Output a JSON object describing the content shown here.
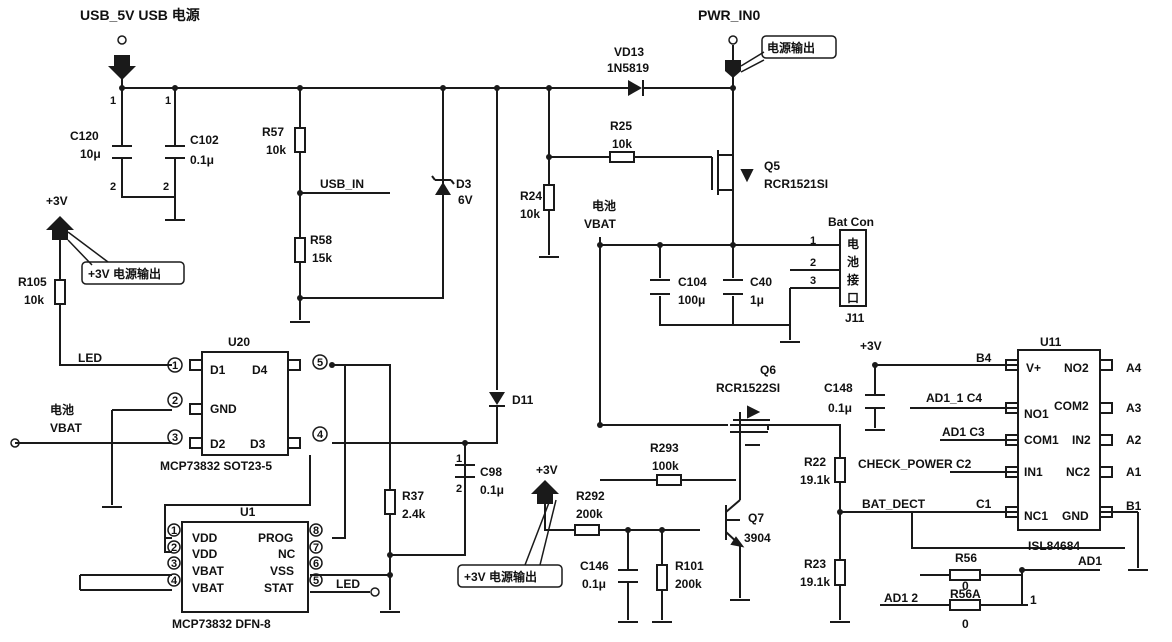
{
  "labels": {
    "usb_5v": "USB_5V USB 电源",
    "pwr_in0": "PWR_IN0",
    "pwr_out_top": "电源输出",
    "vd13": "VD13",
    "vd13_val": "1N5819",
    "c120": "C120",
    "c120_val": "10μ",
    "c102": "C102",
    "c102_val": "0.1μ",
    "r57": "R57",
    "r57_val": "10k",
    "usb_in": "USB_IN",
    "r58": "R58",
    "r58_val": "15k",
    "d3": "D3",
    "d3_val": "6V",
    "r25": "R25",
    "r25_val": "10k",
    "q5": "Q5",
    "q5_val": "RCR1521SI",
    "r24": "R24",
    "r24_val": "10k",
    "bat_zh": "电池",
    "vbat": "VBAT",
    "batcon": "Bat Con",
    "j11": "J11",
    "con_text": [
      "电",
      "池",
      "接",
      "口"
    ],
    "c104": "C104",
    "c104_val": "100μ",
    "c40": "C40",
    "c40_val": "1μ",
    "p3v_left": "+3V",
    "r105": "R105",
    "r105_val": "10k",
    "p3v_out_left": "+3V 电源输出",
    "u20": "U20",
    "led": "LED",
    "d1": "D1",
    "d4": "D4",
    "gnd": "GND",
    "d2": "D2",
    "d3pin": "D3",
    "u20_name": "MCP73832 SOT23-5",
    "bat_zh2": "电池",
    "vbat2": "VBAT",
    "d11": "D11",
    "c98": "C98",
    "c98_val": "0.1μ",
    "r37": "R37",
    "r37_val": "2.4k",
    "u1": "U1",
    "vdd1": "VDD",
    "vdd2": "VDD",
    "vbat_p1": "VBAT",
    "vbat_p2": "VBAT",
    "prog": "PROG",
    "nc": "NC",
    "vss": "VSS",
    "stat": "STAT",
    "led2": "LED",
    "u1_name": "MCP73832 DFN-8",
    "p3v_mid": "+3V",
    "p3v_out_mid": "+3V 电源输出",
    "q6": "Q6",
    "q6_val": "RCR1522SI",
    "r293": "R293",
    "r293_val": "100k",
    "r292": "R292",
    "r292_val": "200k",
    "c146": "C146",
    "c146_val": "0.1μ",
    "r101": "R101",
    "r101_val": "200k",
    "q7": "Q7",
    "q7_val": "3904",
    "r22": "R22",
    "r22_val": "19.1k",
    "r23": "R23",
    "r23_val": "19.1k",
    "bat_dect": "BAT_DECT",
    "r56": "R56",
    "r56_val": "0",
    "r56a": "R56A",
    "r56a_val": "0",
    "ad1_2": "AD1 2",
    "one": "1",
    "ad1_right": "AD1",
    "p3v_right": "+3V",
    "c148": "C148",
    "c148_val": "0.1μ",
    "u11": "U11",
    "u11_name": "ISL84684",
    "v_plus": "V+",
    "no2": "NO2",
    "no1": "NO1",
    "com2": "COM2",
    "com1": "COM1",
    "in2": "IN2",
    "in1": "IN1",
    "nc2": "NC2",
    "nc1": "NC1",
    "gnd_u11": "GND",
    "b4": "B4",
    "a4": "A4",
    "ad1_1_c4": "AD1_1 C4",
    "a3": "A3",
    "ad1_c3": "AD1 C3",
    "a2": "A2",
    "check_power": "CHECK_POWER C2",
    "a1": "A1",
    "c1": "C1",
    "b1": "B1"
  },
  "pins": {
    "n1": "1",
    "n2": "2",
    "n3": "3",
    "n4": "4",
    "n5": "5",
    "n6": "6",
    "n7": "7",
    "n8": "8"
  }
}
